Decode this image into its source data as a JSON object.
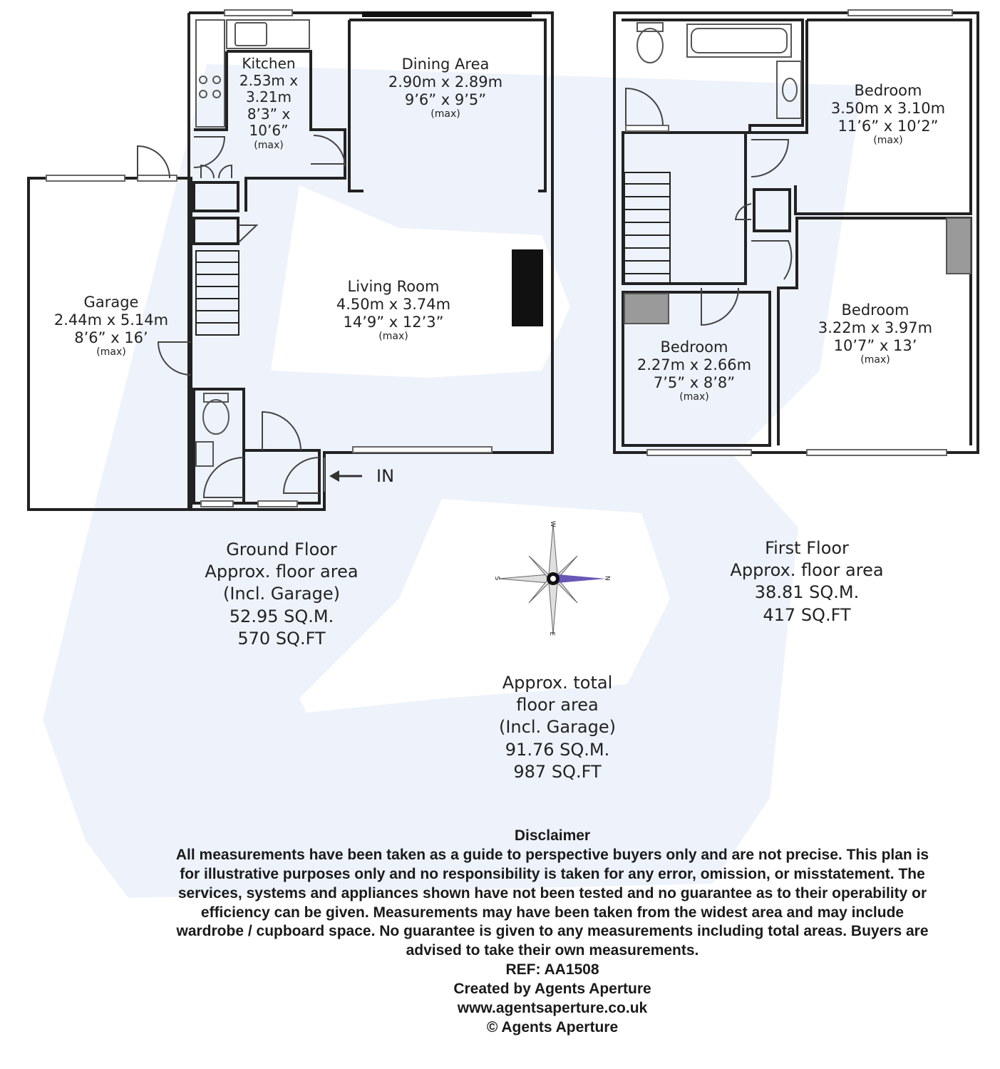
{
  "watermark": {
    "color": "#eef3fb"
  },
  "colors": {
    "wall": "#222222",
    "fixture": "#9a9a9a",
    "compass_accent": "#6a56b8"
  },
  "ground_floor": {
    "rooms": {
      "kitchen": {
        "name": "Kitchen",
        "metric_a": "2.53m x",
        "metric_b": "3.21m",
        "imperial_a": "8’3” x",
        "imperial_b": "10’6”",
        "note": "(max)"
      },
      "dining": {
        "name": "Dining Area",
        "metric": "2.90m x 2.89m",
        "imperial": "9’6” x 9’5”",
        "note": "(max)"
      },
      "living": {
        "name": "Living Room",
        "metric": "4.50m x 3.74m",
        "imperial": "14’9” x 12’3”",
        "note": "(max)"
      },
      "garage": {
        "name": "Garage",
        "metric": "2.44m x 5.14m",
        "imperial": "8’6” x 16’",
        "note": "(max)"
      }
    },
    "entrance": "IN",
    "summary": [
      "Ground Floor",
      "Approx. floor area",
      "(Incl. Garage)",
      "52.95 SQ.M.",
      "570 SQ.FT"
    ]
  },
  "first_floor": {
    "rooms": {
      "bedroom_1": {
        "name": "Bedroom",
        "metric": "3.50m x 3.10m",
        "imperial": "11’6” x 10’2”",
        "note": "(max)"
      },
      "bedroom_2": {
        "name": "Bedroom",
        "metric": "3.22m x 3.97m",
        "imperial": "10’7” x 13’",
        "note": "(max)"
      },
      "bedroom_3": {
        "name": "Bedroom",
        "metric": "2.27m x 2.66m",
        "imperial": "7’5” x 8’8”",
        "note": "(max)"
      }
    },
    "summary": [
      "First Floor",
      "Approx. floor area",
      "38.81 SQ.M.",
      "417 SQ.FT"
    ]
  },
  "total": [
    "Approx. total",
    "floor area",
    "(Incl. Garage)",
    "91.76 SQ.M.",
    "987 SQ.FT"
  ],
  "compass": {
    "top": "W",
    "right": "N",
    "bottom": "E",
    "left": "S"
  },
  "disclaimer": {
    "title": "Disclaimer",
    "lines": [
      "All measurements have been taken as a guide to perspective buyers only and are not precise. This plan is",
      "for illustrative purposes only and no responsibility is taken for any error, omission, or misstatement. The",
      "services, systems and appliances shown have not been tested and no guarantee as to their operability or",
      "efficiency can be given. Measurements may have been taken from the widest area and may include",
      "wardrobe / cupboard space. No guarantee is given to any measurements including total areas. Buyers are",
      "advised to take their own measurements."
    ],
    "ref": "REF: AA1508",
    "created_by": "Created by Agents Aperture",
    "website": "www.agentsaperture.co.uk",
    "copyright": "© Agents Aperture"
  }
}
